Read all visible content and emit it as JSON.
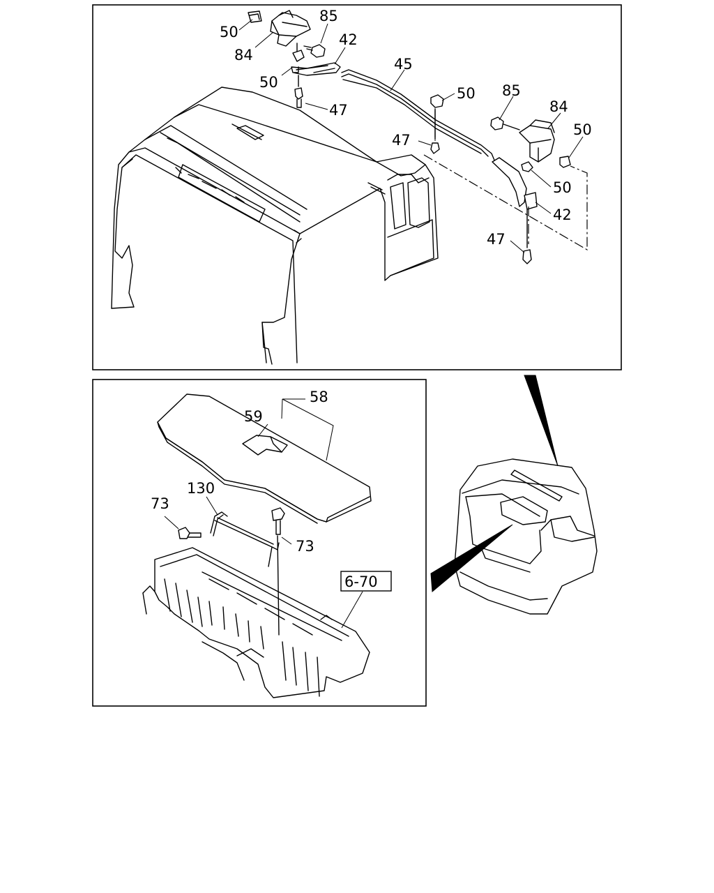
{
  "top_panel": {
    "callouts": {
      "c50a": "50",
      "c84a": "84",
      "c85a": "85",
      "c42a": "42",
      "c50b": "50",
      "c45": "45",
      "c47a": "47",
      "c50c": "50",
      "c85b": "85",
      "c84b": "84",
      "c50d": "50",
      "c47b": "47",
      "c50e": "50",
      "c42b": "42",
      "c47c": "47"
    }
  },
  "bottom_panel": {
    "callouts": {
      "c58": "58",
      "c59": "59",
      "c130": "130",
      "c73a": "73",
      "c73b": "73"
    },
    "reference_box": "6-70"
  }
}
